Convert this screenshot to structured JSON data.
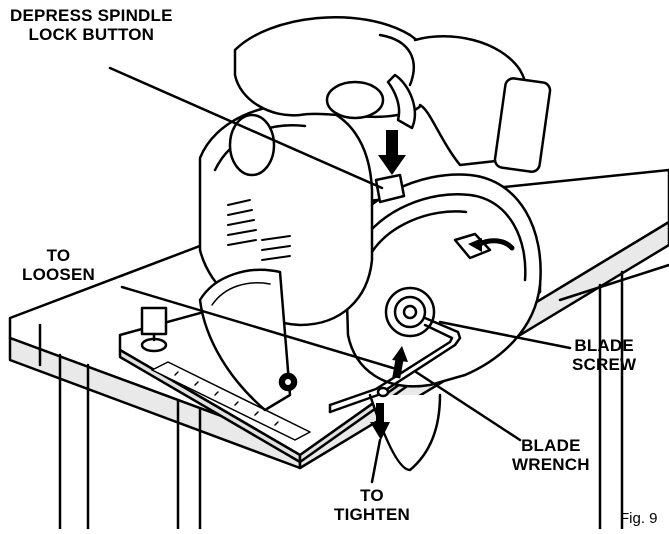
{
  "labels": {
    "spindle_lock_line1": "DEPRESS SPINDLE",
    "spindle_lock_line2": "LOCK BUTTON",
    "to_loosen_line1": "TO",
    "to_loosen_line2": "LOOSEN",
    "blade_screw_line1": "BLADE",
    "blade_screw_line2": "SCREW",
    "blade_wrench_line1": "BLADE",
    "blade_wrench_line2": "WRENCH",
    "to_tighten_line1": "TO",
    "to_tighten_line2": "TIGHTEN",
    "figure_label": "Fig. 9"
  },
  "colors": {
    "ink": "#000000",
    "paper": "#ffffff",
    "shade": "#d6d6d6"
  }
}
